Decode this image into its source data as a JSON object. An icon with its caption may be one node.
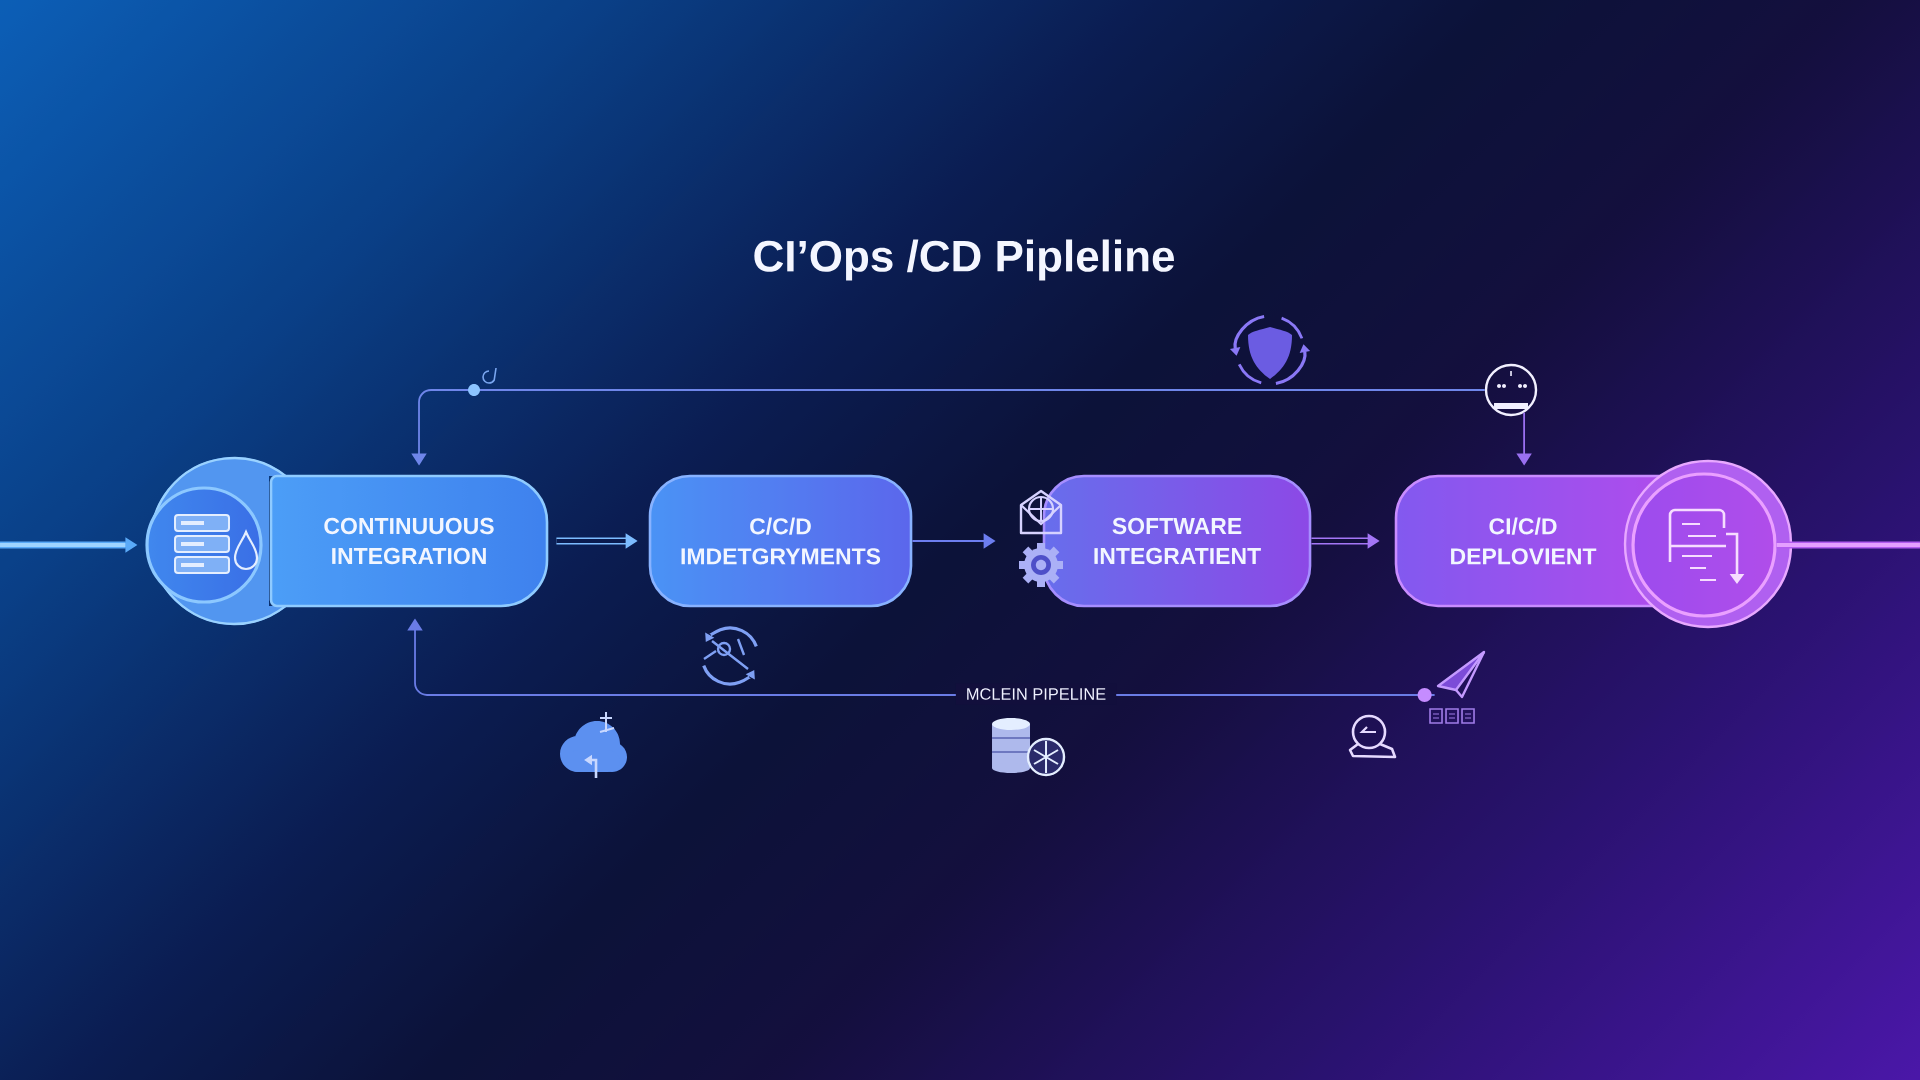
{
  "diagram": {
    "title": "CI’Ops /CD Pipleline",
    "nodes": [
      {
        "text": [],
        "shape": "picture"
      },
      {
        "text": [],
        "shape": "circle"
      },
      {
        "text": [
          "CONTINUUOUS INTEGRATION"
        ]
      },
      {
        "text": [
          "C/C/D IMDETGRYMENTS"
        ]
      },
      {
        "text": [
          "SOFTWARE INTEGRATIENT"
        ]
      },
      {
        "text": [
          "CI/C/D DEPLOVIENT"
        ]
      },
      {
        "text": [],
        "shape": "circle"
      },
      {
        "text": [],
        "shape": "picture"
      }
    ],
    "edges": [
      {
        "from": 0,
        "to": 2,
        "arrow": "to",
        "color": "#6f86ea"
      },
      {
        "from": 0,
        "to": 5,
        "arrow": "to",
        "color": "#9a70f0"
      },
      {
        "from": null,
        "to": 1,
        "arrow": "to",
        "style": "thick",
        "color": "#5aaaf8"
      },
      {
        "from": 2,
        "to": 3,
        "arrow": "to",
        "style": "thick",
        "color": "#7dbcff"
      },
      {
        "from": 3,
        "to": 4,
        "arrow": "to",
        "color": "#6d7ef0"
      },
      {
        "from": 4,
        "to": 5,
        "arrow": "to",
        "style": "thick",
        "color": "#a476f6"
      },
      {
        "from": 6,
        "to": null,
        "arrow": "none",
        "style": "thick",
        "color": "#b35cf0"
      },
      {
        "from": 7,
        "to": 2,
        "arrow": "to",
        "label": "MCLEIN PIPELINE",
        "color": "#6a7ce6"
      }
    ]
  }
}
